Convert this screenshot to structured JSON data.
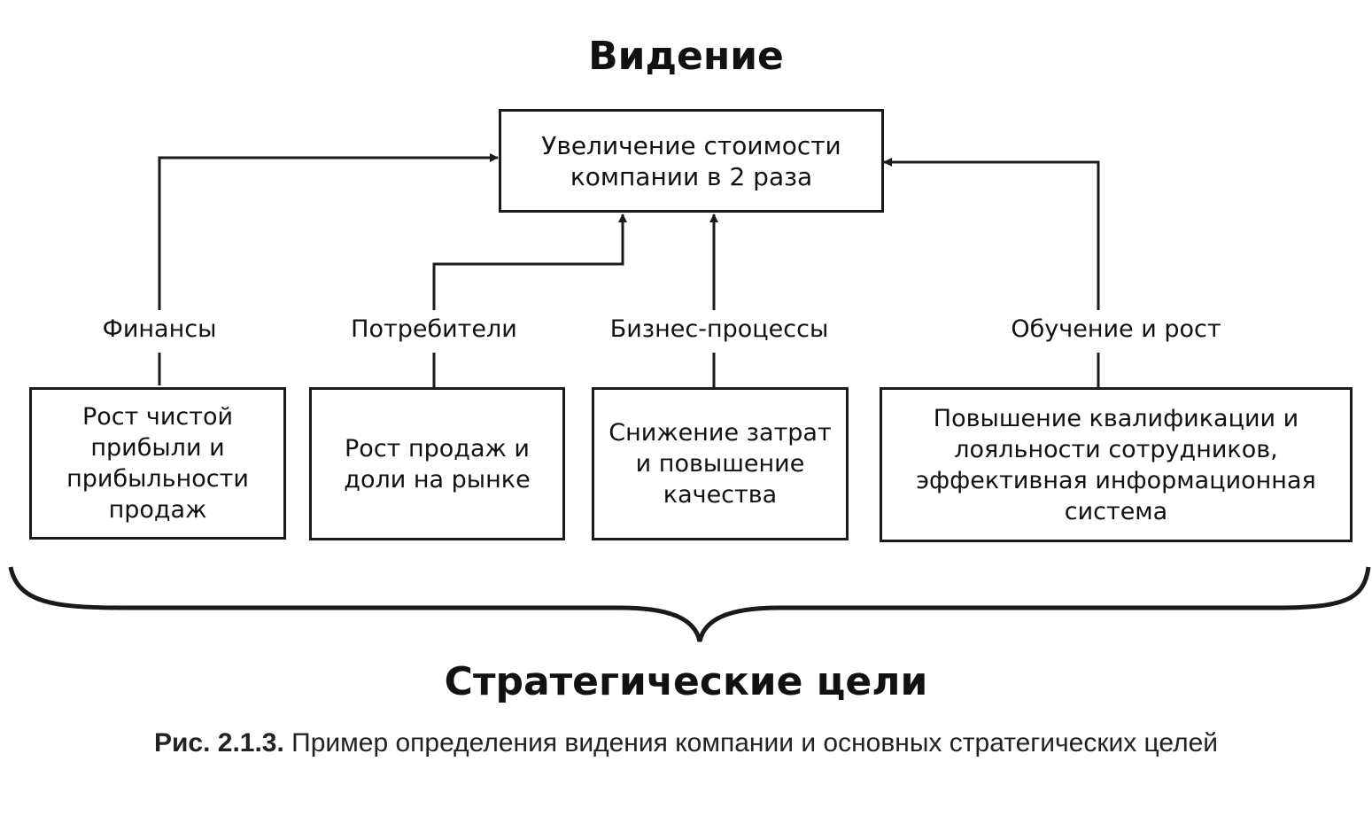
{
  "vision": {
    "title": "Видение",
    "goal": "Увеличение стоимости\nкомпании в 2 раза"
  },
  "perspectives": [
    {
      "label": "Финансы",
      "objective": "Рост чистой\nприбыли и\nприбыльности\nпродаж"
    },
    {
      "label": "Потребители",
      "objective": "Рост продаж и\nдоли на рынке"
    },
    {
      "label": "Бизнес-процессы",
      "objective": "Снижение затрат\nи повышение\nкачества"
    },
    {
      "label": "Обучение и рост",
      "objective": "Повышение квалификации и\nлояльности сотрудников,\nэффективная информационная\nсистема"
    }
  ],
  "strategic_goals_title": "Стратегические цели",
  "caption": {
    "number": "Рис. 2.1.3.",
    "text": " Пример определения видения компании и основных стратегических целей"
  },
  "colors": {
    "line": "#1a1a1a",
    "text": "#111111",
    "background": "#ffffff"
  }
}
